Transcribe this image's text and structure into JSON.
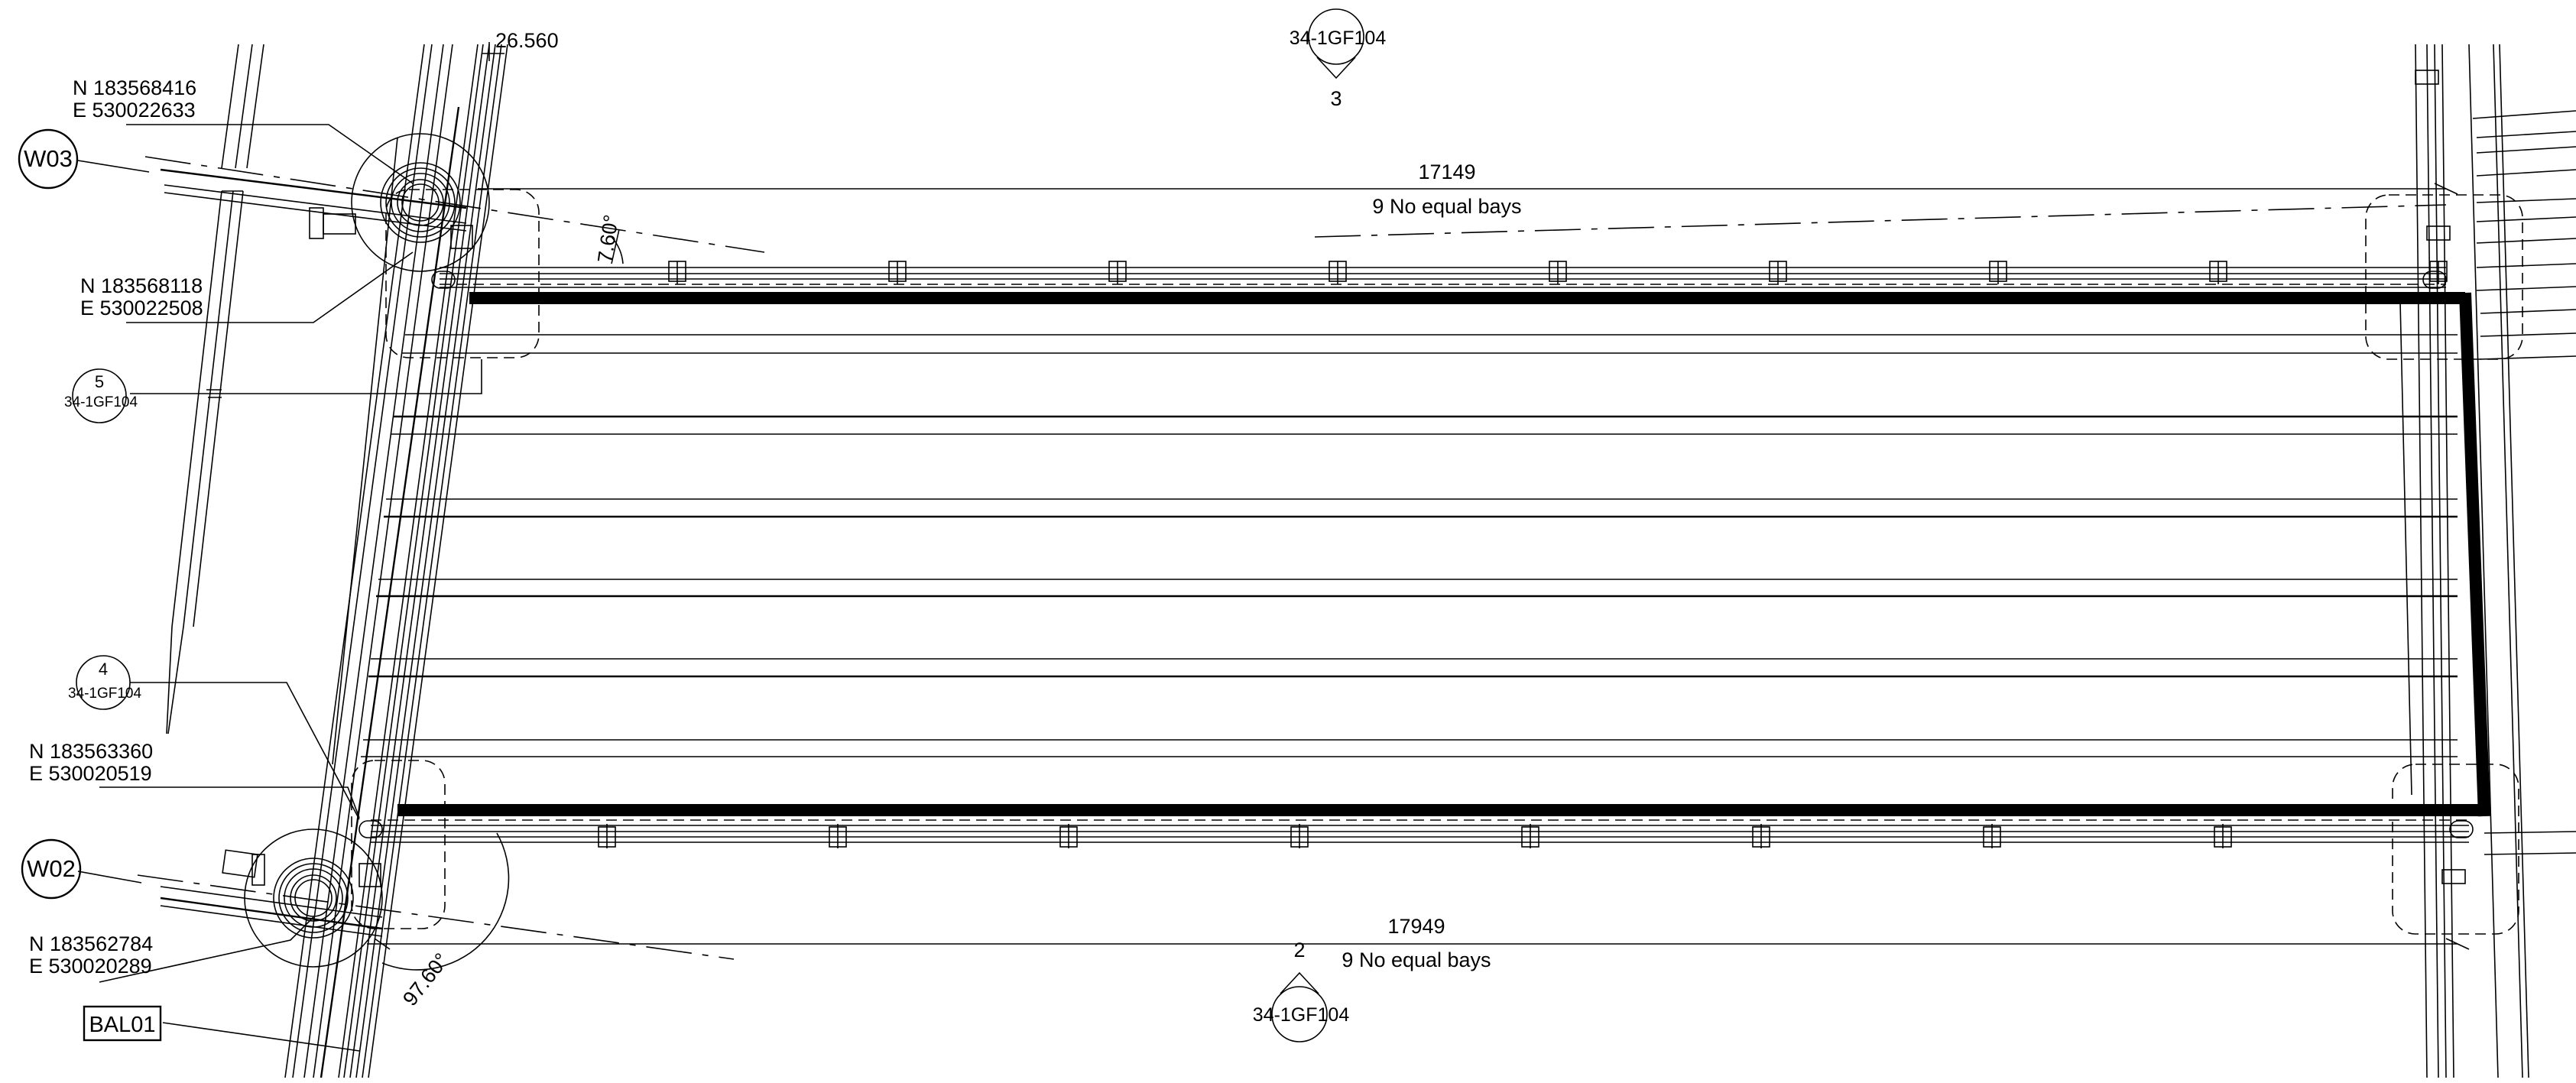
{
  "colors": {
    "ink": "#000000",
    "paper": "#ffffff"
  },
  "annotations": {
    "level": "26.560",
    "angle_top": "7.60°",
    "angle_bottom": "97.60°"
  },
  "coordinates": {
    "top_left_outer": {
      "n": "N 183568416",
      "e": "E 530022633"
    },
    "top_left_inner": {
      "n": "N 183568118",
      "e": "E 530022508"
    },
    "bottom_left_inner": {
      "n": "N 183563360",
      "e": "E 530020519"
    },
    "bottom_left_outer": {
      "n": "N 183562784",
      "e": "E 530020289"
    }
  },
  "dimensions": {
    "top_length": "17149",
    "top_bays": "9 No equal bays",
    "bottom_length": "17949",
    "bottom_bays": "9 No equal bays"
  },
  "tags": {
    "w03": "W03",
    "w02": "W02",
    "bal01": "BAL01"
  },
  "sections": {
    "top": {
      "number": "3",
      "sheet": "34-1GF104"
    },
    "bottom": {
      "number": "2",
      "sheet": "34-1GF104"
    }
  },
  "details": {
    "d5": {
      "number": "5",
      "sheet": "34-1GF104"
    },
    "d4": {
      "number": "4",
      "sheet": "34-1GF104"
    }
  }
}
